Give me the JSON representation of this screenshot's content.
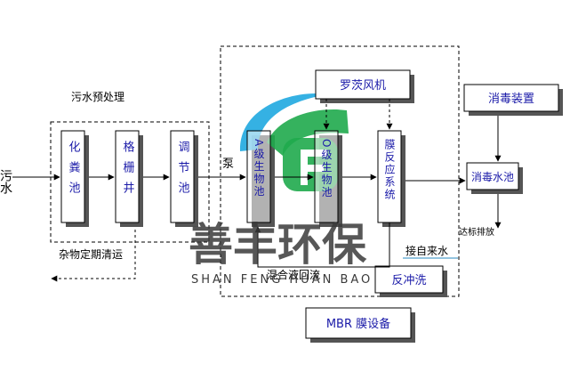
{
  "labels": {
    "inlet": "污水",
    "pretreatment": "污水预处理",
    "debris": "杂物定期清运",
    "pump": "泵",
    "recycle": "混合液回流",
    "tap_water": "接自来水",
    "discharge": "达标排放",
    "mbr_device": "MBR 膜设备"
  },
  "tanks": {
    "septic": "化粪池",
    "screen": "格栅井",
    "regulate": "调节池",
    "a_tank": "A级生物池",
    "o_tank": "O级生物池",
    "membrane": "膜反应系统"
  },
  "boxes": {
    "blower": "罗茨风机",
    "disinfect_device": "消毒装置",
    "disinfect_pool": "消毒水池",
    "backwash": "反冲洗"
  },
  "watermark": {
    "cn": "善丰环保",
    "en": "SHAN FENG HUAN BAO"
  },
  "colors": {
    "text_blue": "#1a1aa8",
    "shadow": "#555555",
    "logo_green": "#1faa4c",
    "logo_cyan": "#1fa8e0",
    "watermark": "#3a3a3a"
  }
}
